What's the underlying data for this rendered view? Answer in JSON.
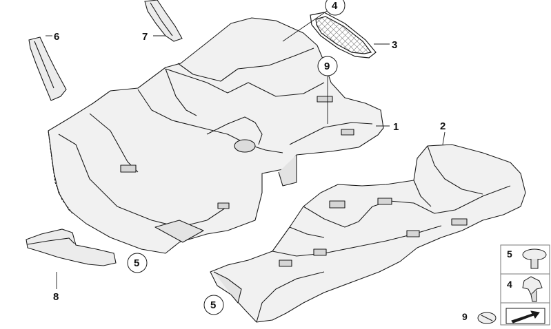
{
  "callouts": {
    "c1": "1",
    "c2": "2",
    "c3": "3",
    "c4": "4",
    "c5_rear": "5",
    "c5_front": "5",
    "c6": "6",
    "c7": "7",
    "c8": "8",
    "c9": "9"
  },
  "legend": {
    "clip_5": "5",
    "clip_4": "4",
    "clip_9": "9"
  },
  "colors": {
    "line": "#1a1a1a",
    "carpet_fill": "#f1f1f1",
    "carpet_shadow": "#d6d6d6",
    "legend_border": "#777777"
  }
}
